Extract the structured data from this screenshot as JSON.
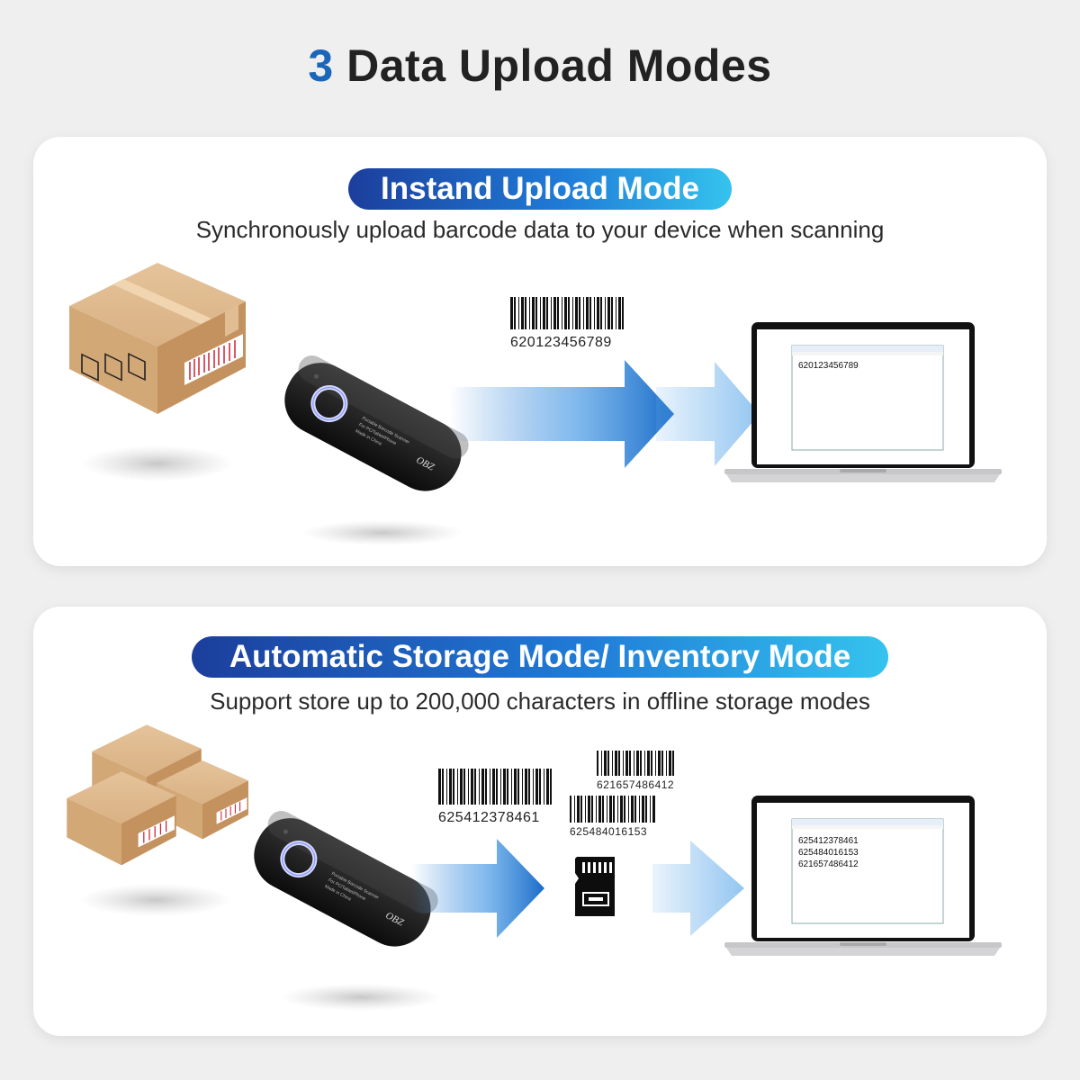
{
  "title": {
    "number": "3",
    "text": "Data Upload Modes"
  },
  "panel1": {
    "pill": "Instand Upload Mode",
    "subtitle": "Synchronously upload barcode data to your device when scanning",
    "barcode": "620123456789",
    "screen_lines": [
      "620123456789"
    ]
  },
  "panel2": {
    "pill": "Automatic Storage Mode/ Inventory Mode",
    "subtitle": "Support store up to 200,000 characters in offline storage modes",
    "barcodes": [
      "625412378461",
      "621657486412",
      "625484016153"
    ],
    "screen_lines": [
      "625412378461",
      "625484016153",
      "621657486412"
    ]
  },
  "colors": {
    "accent": "#1a66b8",
    "pill_start": "#1c3e9c",
    "pill_end": "#35c3ee",
    "arrow": "#2f7fd4"
  },
  "icons": [
    "cardboard-box-icon",
    "barcode-scanner-icon",
    "arrow-right-icon",
    "barcode-icon",
    "laptop-icon",
    "sd-card-icon"
  ]
}
